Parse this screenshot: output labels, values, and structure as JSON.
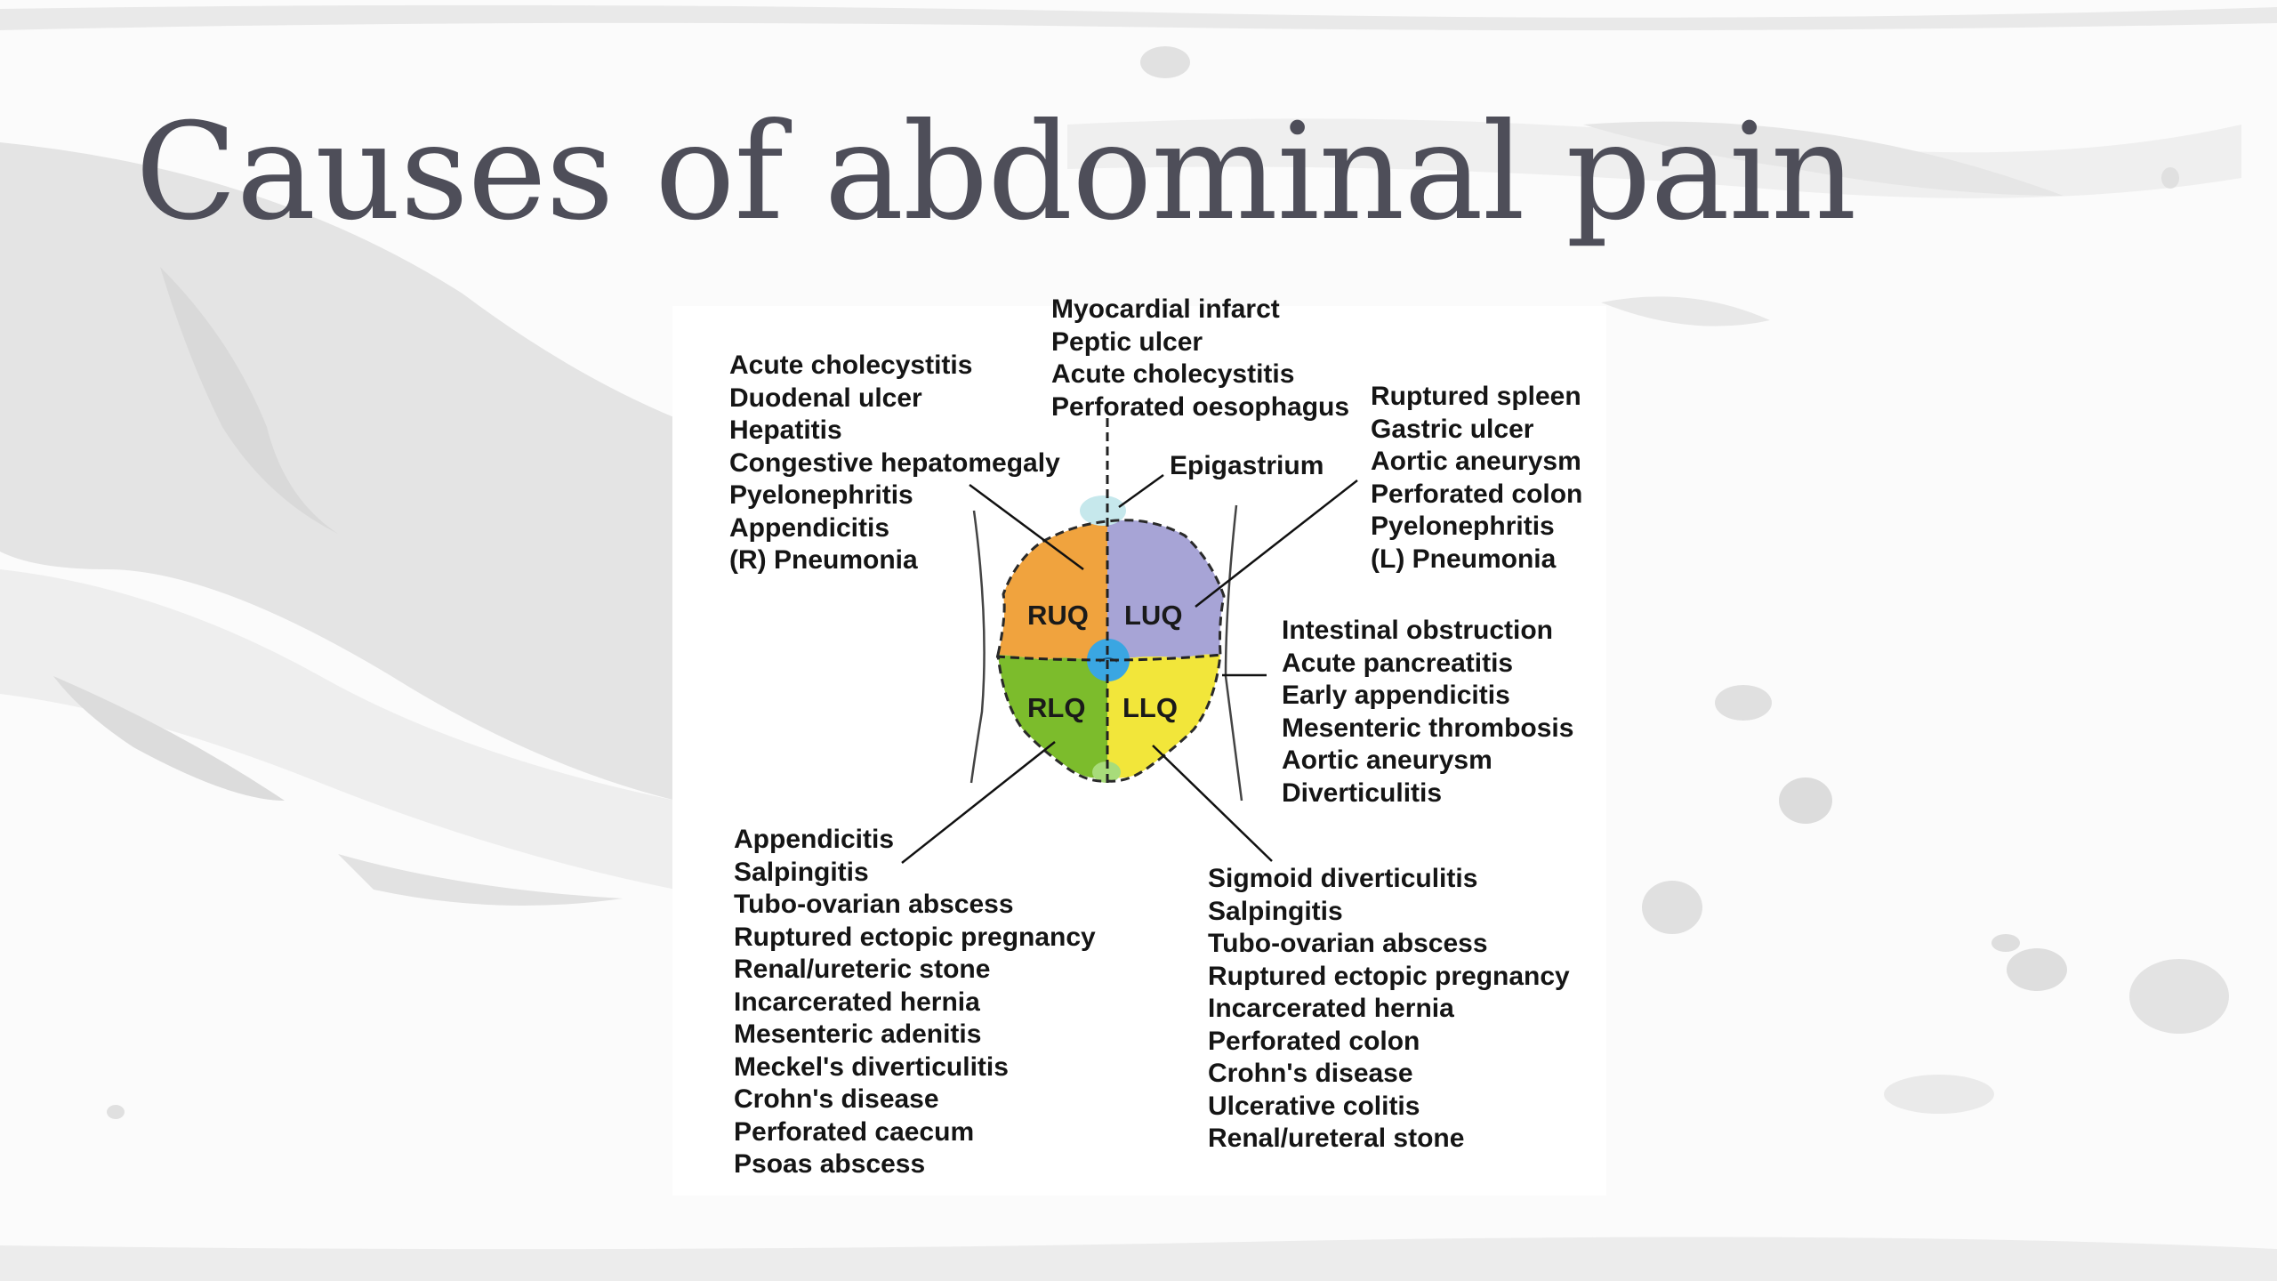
{
  "slide": {
    "title": "Causes of abdominal pain"
  },
  "diagram": {
    "quadrants": {
      "ruq": "RUQ",
      "luq": "LUQ",
      "rlq": "RLQ",
      "llq": "LLQ"
    },
    "epigastrium_label": "Epigastrium",
    "lists": {
      "epigastric": [
        "Myocardial infarct",
        "Peptic ulcer",
        "Acute cholecystitis",
        "Perforated oesophagus"
      ],
      "ruq": [
        "Acute cholecystitis",
        "Duodenal ulcer",
        "Hepatitis",
        "Congestive hepatomegaly",
        "Pyelonephritis",
        "Appendicitis",
        "(R) Pneumonia"
      ],
      "luq": [
        "Ruptured spleen",
        "Gastric ulcer",
        "Aortic aneurysm",
        "Perforated colon",
        "Pyelonephritis",
        "(L) Pneumonia"
      ],
      "periumbilical": [
        "Intestinal obstruction",
        "Acute pancreatitis",
        "Early appendicitis",
        "Mesenteric thrombosis",
        "Aortic aneurysm",
        "Diverticulitis"
      ],
      "rlq": [
        "Appendicitis",
        "Salpingitis",
        "Tubo-ovarian abscess",
        "Ruptured ectopic pregnancy",
        "Renal/ureteric stone",
        "Incarcerated hernia",
        "Mesenteric adenitis",
        "Meckel's diverticulitis",
        "Crohn's disease",
        "Perforated caecum",
        "Psoas abscess"
      ],
      "llq": [
        "Sigmoid diverticulitis",
        "Salpingitis",
        "Tubo-ovarian abscess",
        "Ruptured ectopic pregnancy",
        "Incarcerated hernia",
        "Perforated colon",
        "Crohn's disease",
        "Ulcerative colitis",
        "Renal/ureteral stone"
      ]
    },
    "colors": {
      "ruq": "#f0a33e",
      "luq": "#a7a4d6",
      "rlq": "#7cbc2c",
      "llq": "#f2e63a",
      "umbilicus": "#3aa6e2",
      "epigastrium": "#c6e8ec",
      "suprapubic": "#a8dc7a",
      "title_text": "#4e4e59"
    }
  }
}
